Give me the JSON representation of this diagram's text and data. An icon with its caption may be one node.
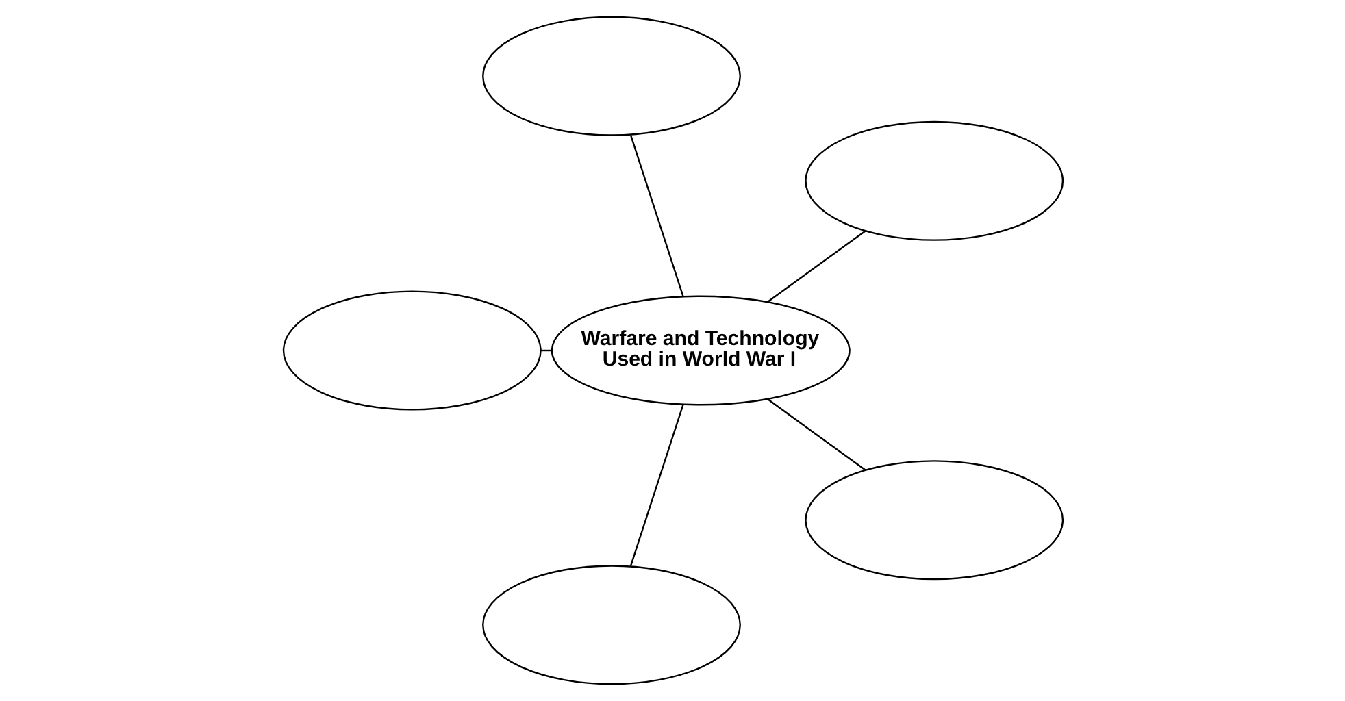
{
  "diagram": {
    "nodes": [
      {
        "text": [],
        "shape": "ellipse"
      },
      {
        "text": [],
        "shape": "ellipse"
      },
      {
        "text": [
          "Warfare and Technology Used in World War I"
        ]
      },
      {
        "text": [],
        "shape": "ellipse"
      },
      {
        "text": [],
        "shape": "ellipse"
      },
      {
        "text": [],
        "shape": "ellipse"
      }
    ],
    "edges": [
      {
        "from": 2,
        "to": 0,
        "arrow": "none"
      },
      {
        "from": 2,
        "to": 1,
        "arrow": "none"
      },
      {
        "from": 2,
        "to": 3,
        "arrow": "none"
      },
      {
        "from": 2,
        "to": 4,
        "arrow": "none"
      },
      {
        "from": 2,
        "to": 5,
        "arrow": "none"
      }
    ]
  }
}
